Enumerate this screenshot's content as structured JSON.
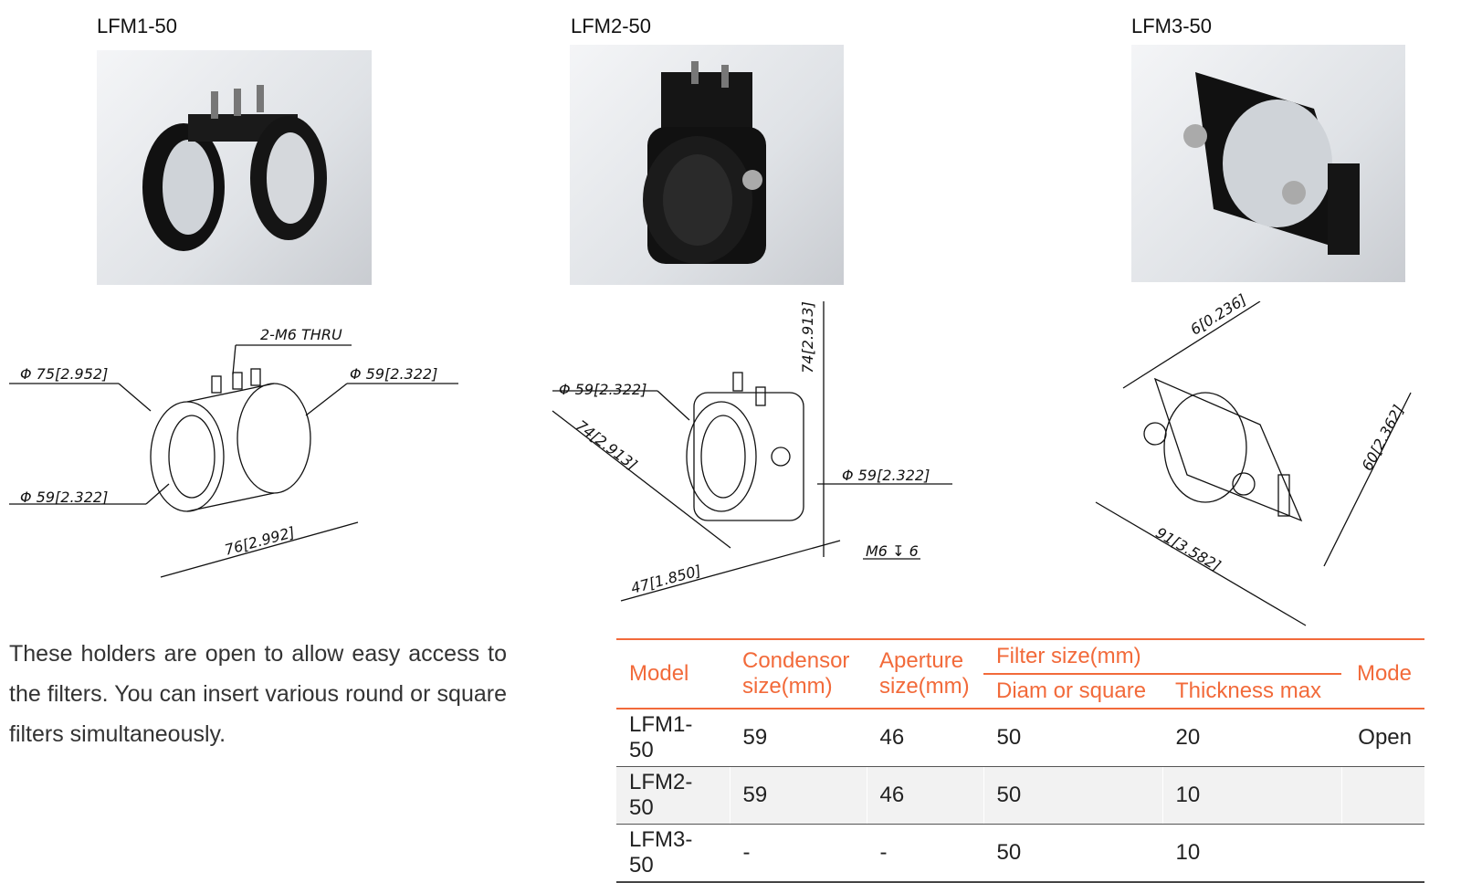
{
  "products": [
    {
      "name": "LFM1-50",
      "dims": {
        "thru": "2-M6 THRU",
        "outer": "Φ 75[2.952]",
        "right": "Φ 59[2.322]",
        "left": "Φ 59[2.322]",
        "length": "76[2.992]"
      }
    },
    {
      "name": "LFM2-50",
      "dims": {
        "height": "74[2.913]",
        "top": "Φ 59[2.322]",
        "diag": "74[2.913]",
        "right": "Φ 59[2.322]",
        "thread": "M6 ↧ 6",
        "width": "47[1.850]"
      }
    },
    {
      "name": "LFM3-50",
      "dims": {
        "thick": "6[0.236]",
        "height": "60[2.362]",
        "width": "91[3.582]"
      }
    }
  ],
  "description": "These holders are open to allow easy access to the filters. You can insert various round or square filters simultaneously.",
  "table": {
    "headers": {
      "model": "Model",
      "condensor": "Condensor size(mm)",
      "aperture": "Aperture size(mm)",
      "filter": "Filter size(mm)",
      "diam": "Diam or square",
      "thickness": "Thickness max",
      "mode": "Mode"
    },
    "rows": [
      {
        "model": "LFM1-50",
        "condensor": "59",
        "aperture": "46",
        "diam": "50",
        "thickness": "20",
        "mode": "Open"
      },
      {
        "model": "LFM2-50",
        "condensor": "59",
        "aperture": "46",
        "diam": "50",
        "thickness": "10",
        "mode": ""
      },
      {
        "model": "LFM3-50",
        "condensor": "-",
        "aperture": "-",
        "diam": "50",
        "thickness": "10",
        "mode": ""
      }
    ]
  },
  "colors": {
    "accent": "#f26a3a"
  }
}
